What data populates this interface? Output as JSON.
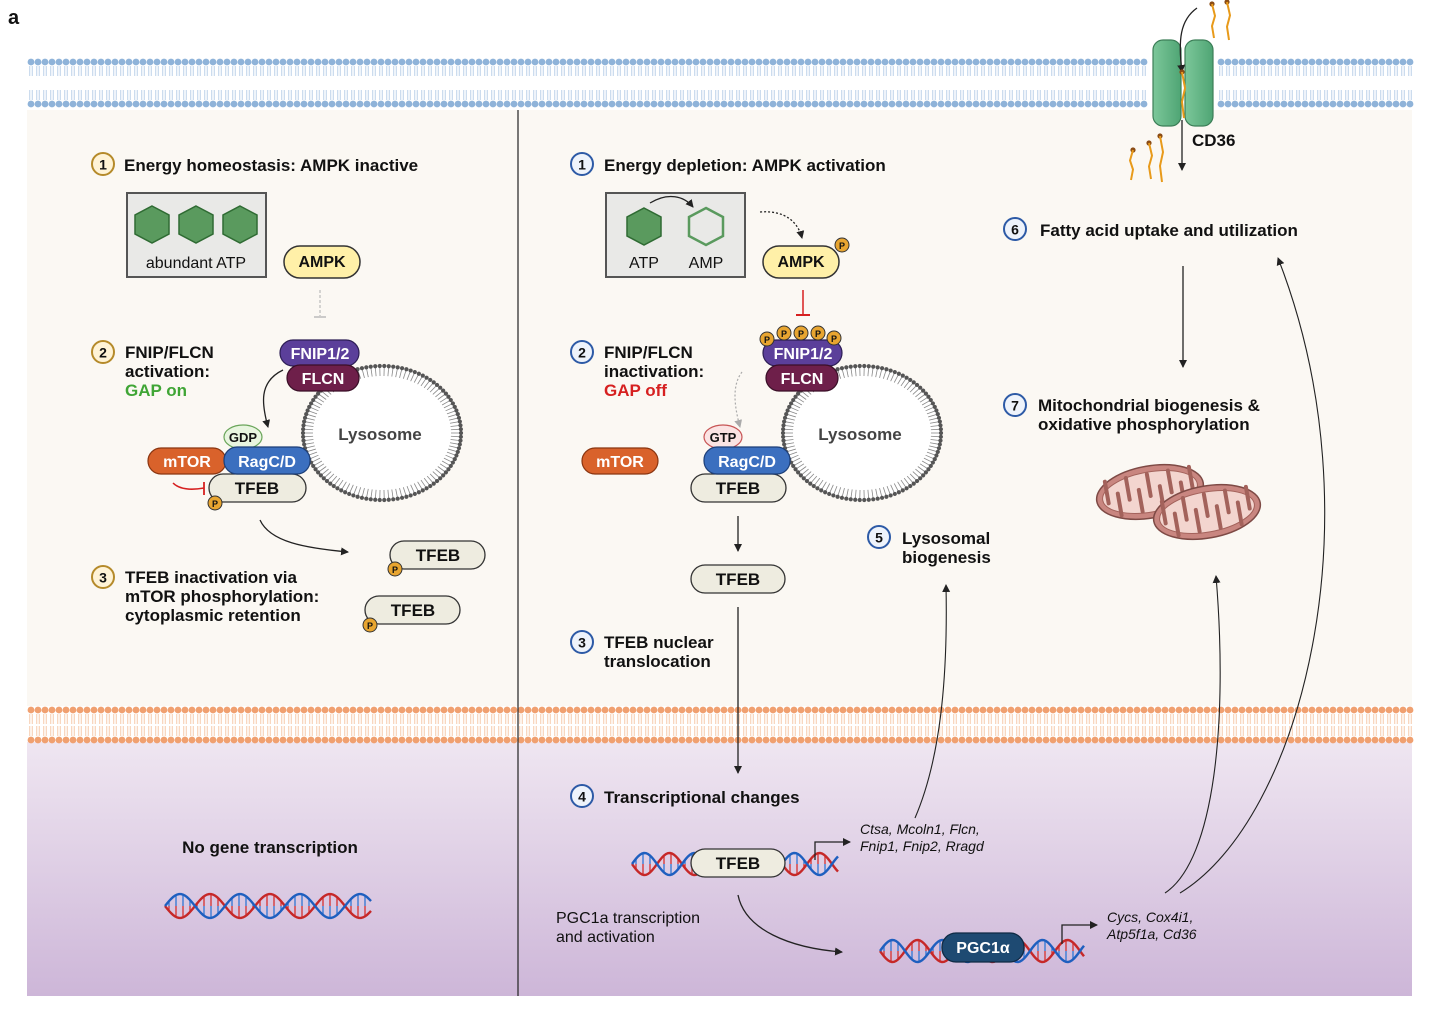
{
  "panel_label": "a",
  "left": {
    "step1": {
      "num": "1",
      "label": "Energy homeostasis: AMPK inactive"
    },
    "atp_box_label": "abundant ATP",
    "ampk": "AMPK",
    "step2": {
      "num": "2",
      "line1": "FNIP/FLCN",
      "line2": "activation:",
      "line3": "GAP on"
    },
    "fnip": "FNIP1/2",
    "flcn": "FLCN",
    "lysosome": "Lysosome",
    "gdp": "GDP",
    "mtor": "mTOR",
    "ragcd": "RagC/D",
    "tfeb": "TFEB",
    "p": "P",
    "step3": {
      "num": "3",
      "line1": "TFEB inactivation via",
      "line2": "mTOR phosphorylation:",
      "line3": "cytoplasmic retention"
    },
    "tfeb_free1": "TFEB",
    "tfeb_free2": "TFEB",
    "no_transcription": "No gene transcription"
  },
  "right": {
    "step1": {
      "num": "1",
      "label": "Energy depletion: AMPK activation"
    },
    "atp_label": "ATP",
    "amp_label": "AMP",
    "ampk": "AMPK",
    "p": "P",
    "step2": {
      "num": "2",
      "line1": "FNIP/FLCN",
      "line2": "inactivation:",
      "line3": "GAP off"
    },
    "fnip": "FNIP1/2",
    "flcn": "FLCN",
    "lysosome": "Lysosome",
    "gtp": "GTP",
    "mtor": "mTOR",
    "ragcd": "RagC/D",
    "tfeb": "TFEB",
    "tfeb_moving": "TFEB",
    "step3": {
      "num": "3",
      "line1": "TFEB nuclear",
      "line2": "translocation"
    },
    "step4": {
      "num": "4",
      "label": "Transcriptional changes"
    },
    "step5": {
      "num": "5",
      "line1": "Lysosomal",
      "line2": "biogenesis"
    },
    "step6": {
      "num": "6",
      "label": "Fatty acid uptake and utilization"
    },
    "step7": {
      "num": "7",
      "line1": "Mitochondrial biogenesis &",
      "line2": "oxidative phosphorylation"
    },
    "cd36": "CD36",
    "tfeb_dna": "TFEB",
    "tfeb_genes_line1": "Ctsa, Mcoln1, Flcn,",
    "tfeb_genes_line2": "Fnip1, Fnip2, Rragd",
    "pgc_text_line1": "PGC1a transcription",
    "pgc_text_line2": "and activation",
    "pgc1a": "PGC1α",
    "pgc_genes_line1": "Cycs, Cox4i1,",
    "pgc_genes_line2": "Atp5f1a, Cd36"
  },
  "colors": {
    "membrane": "#8fb3d9",
    "nuclear_membrane": "#f0a070",
    "cytoplasm": "#fbf8f3",
    "nucleus": "#d8c6e0",
    "atp_green": "#5a9a5e",
    "ampk_yellow": "#fff0a8",
    "fnip_purple": "#5b3f9a",
    "flcn_plum": "#6e1f4a",
    "mtor_orange": "#d9622b",
    "rag_blue": "#3b6fbf",
    "tfeb_cream": "#eeece0",
    "phospho": "#e8a530",
    "gap_on_green": "#3fa535",
    "gap_off_red": "#d62020",
    "pgc_navy": "#1e4a72",
    "mito": "#c98680"
  }
}
